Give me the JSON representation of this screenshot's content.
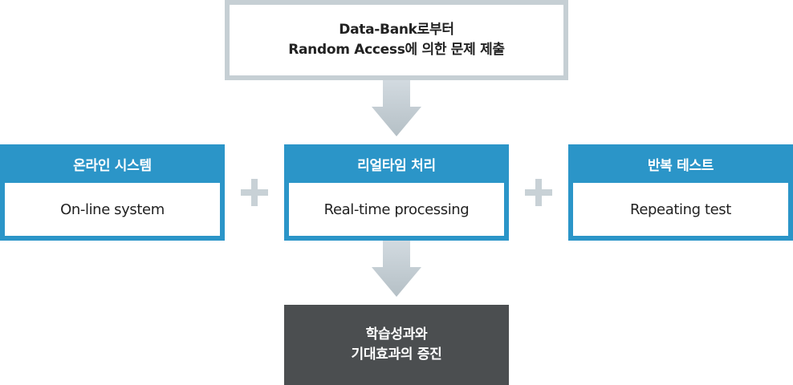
{
  "source_box": {
    "line1": "Data-Bank로부터",
    "line2": "Random Access에 의한 문제 제출"
  },
  "features": [
    {
      "title": "온라인 시스템",
      "subtitle": "On-line system"
    },
    {
      "title": "리얼타임 처리",
      "subtitle": "Real-time processing"
    },
    {
      "title": "반복 테스트",
      "subtitle": "Repeating test"
    }
  ],
  "operators": [
    "plus-icon",
    "plus-icon"
  ],
  "arrows": [
    "arrow-down-icon",
    "arrow-down-icon"
  ],
  "result_box": {
    "line1": "학습성과와",
    "line2": "기대효과의 증진"
  },
  "colors": {
    "accent_blue": "#2b95c8",
    "border_gray": "#c6cfd4",
    "result_dark": "#4b4e50",
    "arrow_top": "#d2dae0",
    "arrow_bottom": "#b5c0c6"
  }
}
